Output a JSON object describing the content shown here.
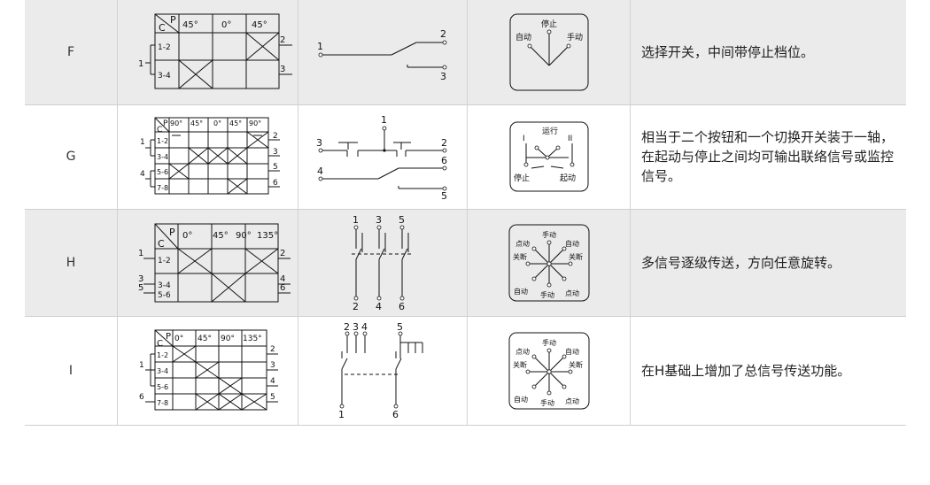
{
  "rows": [
    {
      "code": "F",
      "wiring": {
        "angles": [
          "45°",
          "0°",
          "45°"
        ],
        "ranges": [
          "1-2",
          "3-4"
        ],
        "terminals": [
          "1",
          "2",
          "3"
        ],
        "corner_p": "P",
        "corner_c": "C"
      },
      "contact": {
        "terminals": [
          "1",
          "2",
          "3"
        ]
      },
      "dial": {
        "labels": [
          "停止",
          "自动",
          "手动"
        ]
      },
      "description": "选择开关，中间带停止档位。"
    },
    {
      "code": "G",
      "wiring": {
        "angles": [
          "90°",
          "45°",
          "0°",
          "45°",
          "90°"
        ],
        "ranges": [
          "1-2",
          "3-4",
          "5-6",
          "7-8"
        ],
        "terminals": [
          "1",
          "2",
          "3",
          "4",
          "5",
          "6"
        ],
        "corner_p": "P",
        "corner_c": "C"
      },
      "contact": {
        "terminals": [
          "1",
          "2",
          "3",
          "4",
          "5",
          "6"
        ]
      },
      "dial": {
        "labels": [
          "运行",
          "I",
          "II",
          "停止",
          "起动"
        ]
      },
      "description": "相当于二个按钮和一个切换开关装于一轴，在起动与停止之间均可输出联络信号或监控信号。"
    },
    {
      "code": "H",
      "wiring": {
        "angles": [
          "0°",
          "45°",
          "90°",
          "135°"
        ],
        "ranges": [
          "1-2",
          "3-4",
          "5-6"
        ],
        "terminals": [
          "1",
          "2",
          "3",
          "4",
          "5",
          "6"
        ],
        "corner_p": "P",
        "corner_c": "C"
      },
      "contact": {
        "terminals": [
          "1",
          "3",
          "5",
          "2",
          "4",
          "6"
        ]
      },
      "dial": {
        "labels": [
          "手动",
          "点动",
          "自动",
          "关断",
          "关断",
          "自动",
          "手动",
          "点动"
        ]
      },
      "description": "多信号逐级传送，方向任意旋转。"
    },
    {
      "code": "I",
      "wiring": {
        "angles": [
          "0°",
          "45°",
          "90°",
          "135°"
        ],
        "ranges": [
          "1-2",
          "3-4",
          "5-6",
          "7-8"
        ],
        "terminals": [
          "2",
          "3",
          "4",
          "5",
          "1",
          "6"
        ],
        "corner_p": "P",
        "corner_c": "C"
      },
      "contact": {
        "terminals": [
          "2",
          "3",
          "4",
          "5",
          "1",
          "6"
        ]
      },
      "dial": {
        "labels": [
          "手动",
          "点动",
          "自动",
          "关断",
          "关断",
          "自动",
          "手动",
          "点动"
        ]
      },
      "description": "在H基础上增加了总信号传送功能。"
    }
  ]
}
